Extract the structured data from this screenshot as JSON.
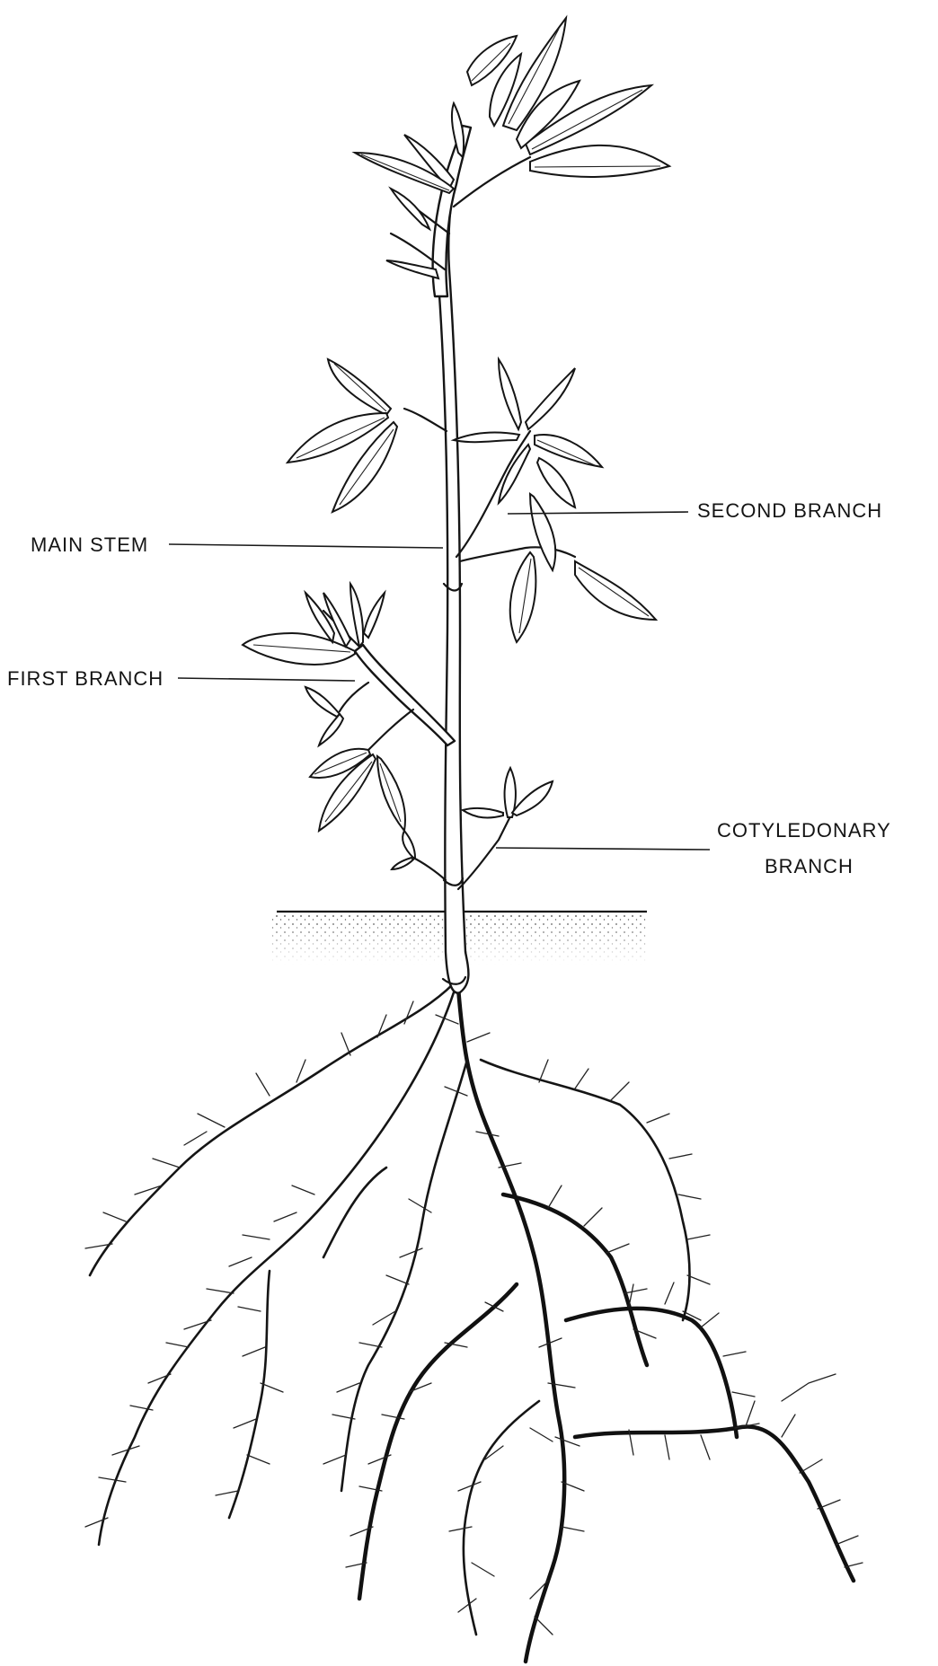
{
  "labels": {
    "main_stem": "MAIN STEM",
    "second_branch": "SECOND BRANCH",
    "first_branch": "FIRST BRANCH",
    "cotyledonary_branch_line1": "COTYLEDONARY",
    "cotyledonary_branch_line2": "BRANCH"
  }
}
